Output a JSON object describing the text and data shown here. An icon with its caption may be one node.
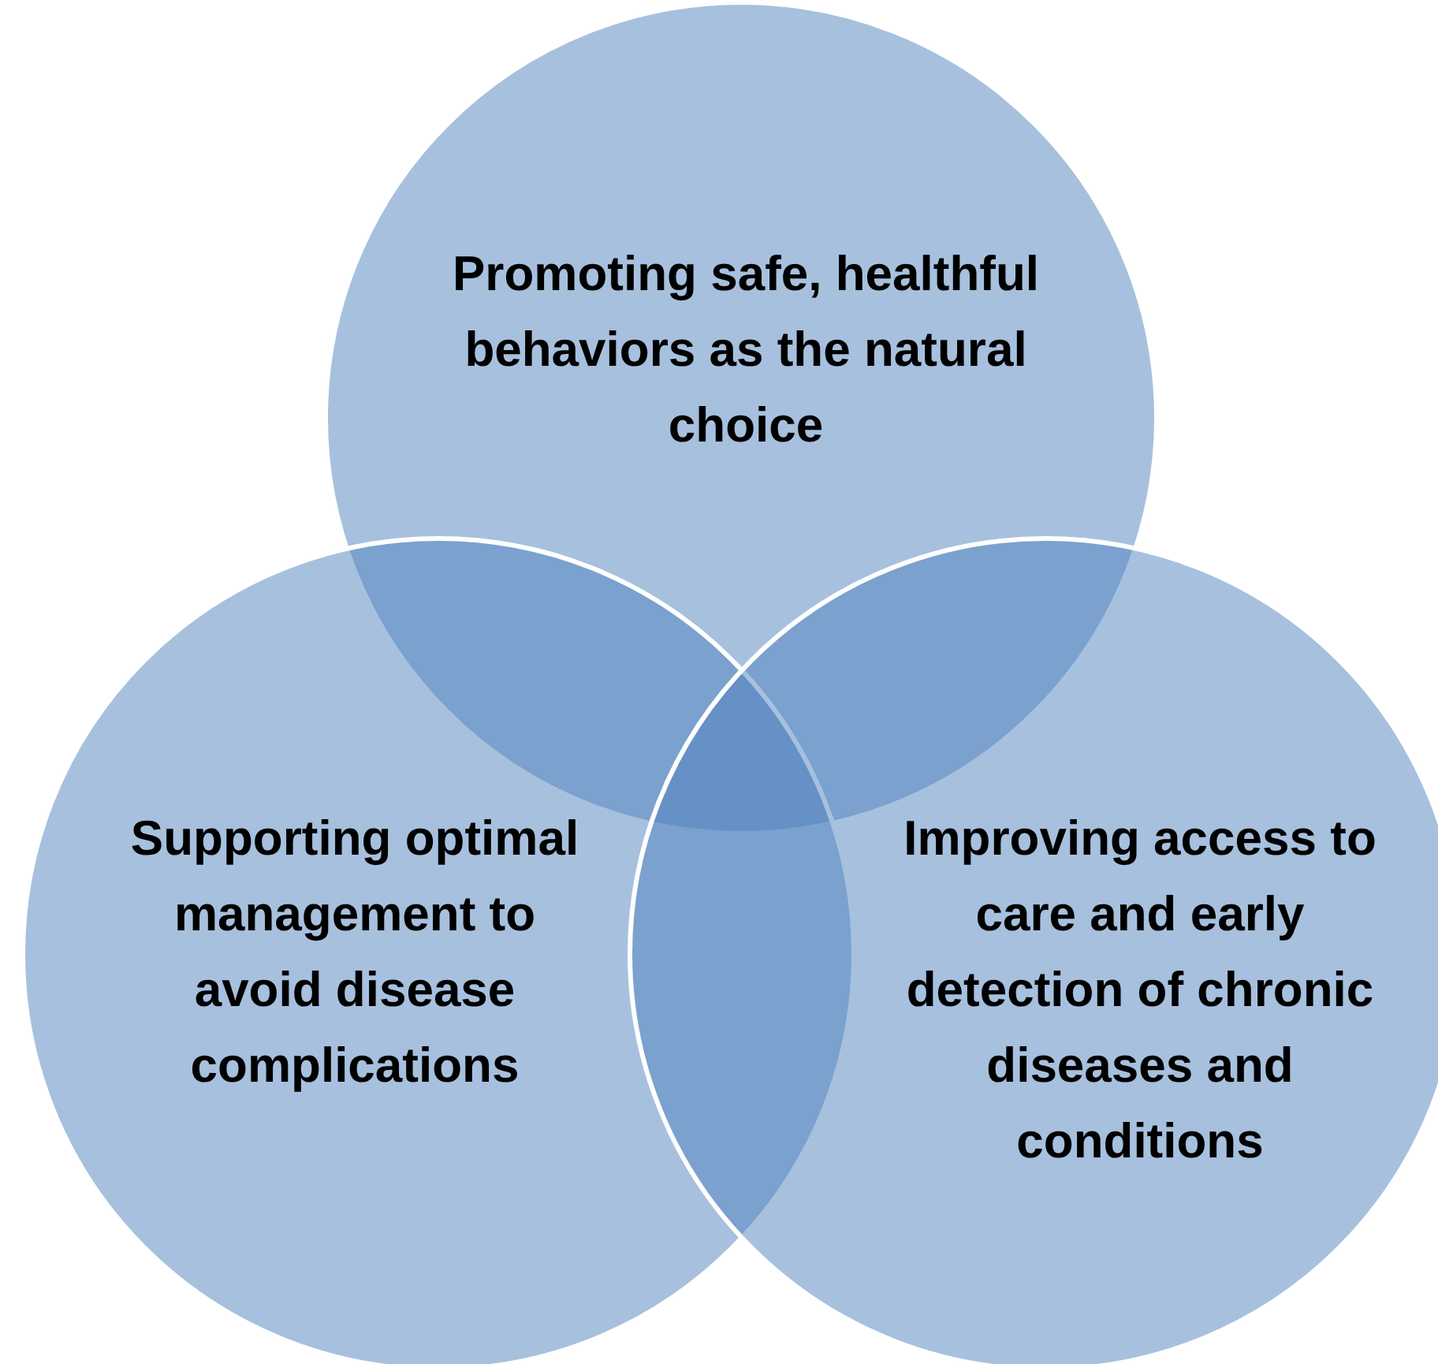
{
  "diagram": {
    "nodes": [
      {
        "text": [
          "Promoting safe, healthful behaviors as the natural choice"
        ]
      },
      {
        "text": [
          "Supporting optimal management to avoid disease complications"
        ]
      },
      {
        "text": [
          "Improving access to care and early detection of chronic diseases and conditions"
        ]
      }
    ]
  }
}
